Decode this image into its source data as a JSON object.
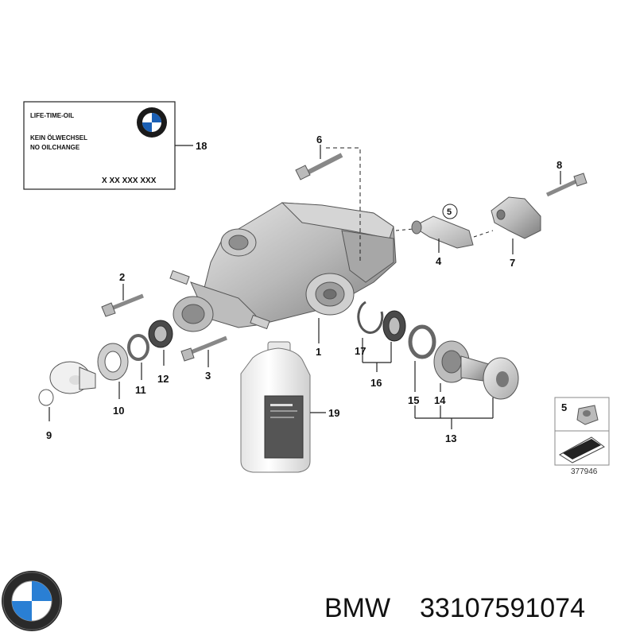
{
  "oil_label": {
    "line1": "LIFE-TIME-OIL",
    "line2": "KEIN ÖLWECHSEL",
    "line3": "NO OILCHANGE",
    "code": "X XX XXX XXX"
  },
  "callouts": {
    "c1": "1",
    "c2": "2",
    "c3": "3",
    "c4": "4",
    "c5": "5",
    "c6": "6",
    "c7": "7",
    "c8": "8",
    "c9": "9",
    "c10": "10",
    "c11": "11",
    "c12": "12",
    "c13": "13",
    "c14": "14",
    "c15": "15",
    "c16": "16",
    "c17": "17",
    "c18": "18",
    "c19": "19",
    "c5_legend": "5"
  },
  "drawing_number": "377946",
  "brand": "BMW",
  "part_number": "33107591074",
  "icons": [
    "bmw-roundel-icon",
    "differential-housing",
    "oil-bottle",
    "bolt",
    "seal-ring",
    "flange",
    "bracket"
  ]
}
